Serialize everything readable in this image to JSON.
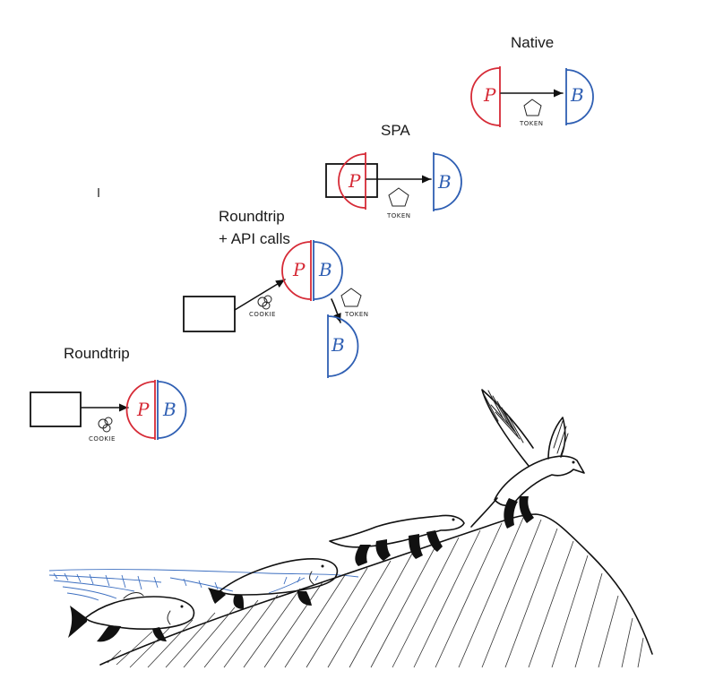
{
  "stages": {
    "roundtrip": {
      "title": "Roundtrip",
      "token_label": "COOKIE"
    },
    "roundtrip_api": {
      "title_line1": "Roundtrip",
      "title_line2": "+ API calls",
      "cookie_label": "COOKIE",
      "token_label": "TOKEN"
    },
    "spa": {
      "title": "SPA",
      "token_label": "TOKEN"
    },
    "native": {
      "title": "Native",
      "token_label": "TOKEN"
    }
  },
  "node_letters": {
    "presentation": "P",
    "backend": "B"
  },
  "colors": {
    "presentation": "#d62a36",
    "backend": "#2f5fb3",
    "ink": "#111111",
    "water": "#3d6fc0"
  },
  "illustration": {
    "creatures": [
      "fish-icon",
      "lungfish-icon",
      "lizard-icon",
      "bird-icon"
    ]
  }
}
